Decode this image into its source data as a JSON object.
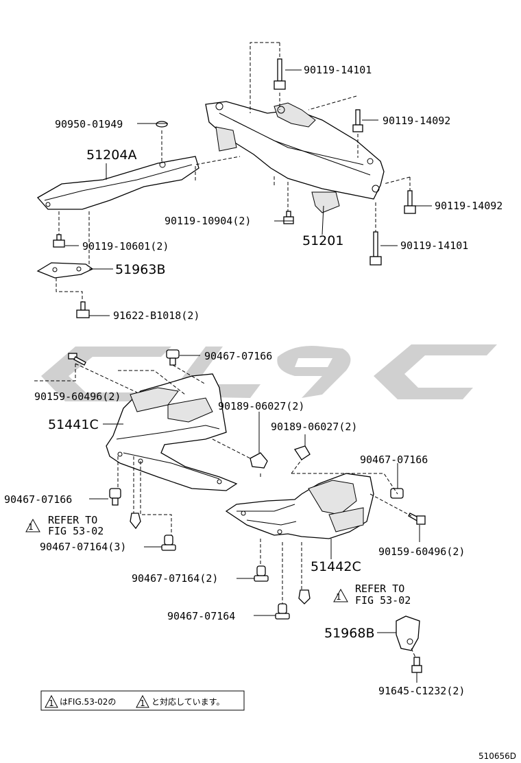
{
  "parts": {
    "p90119_14101_top": "90119-14101",
    "p90950_01949": "90950-01949",
    "p90119_14092_a": "90119-14092",
    "p51204A": "51204A",
    "p90119_14092_b": "90119-14092",
    "p90119_10904": "90119-10904(2)",
    "p51201": "51201",
    "p90119_10601": "90119-10601(2)",
    "p90119_14101_bot": "90119-14101",
    "p51963B": "51963B",
    "p91622_B1018": "91622-B1018(2)",
    "p90467_07166_a": "90467-07166",
    "p90159_60496_a": "90159-60496(2)",
    "p90189_06027_a": "90189-06027(2)",
    "p51441C": "51441C",
    "p90189_06027_b": "90189-06027(2)",
    "p90467_07166_b": "90467-07166",
    "p90467_07166_c": "90467-07166",
    "p90467_07164_3": "90467-07164(3)",
    "p90159_60496_b": "90159-60496(2)",
    "p51442C": "51442C",
    "p90467_07164_2": "90467-07164(2)",
    "p90467_07164": "90467-07164",
    "p51968B": "51968B",
    "p91645_C1232": "91645-C1232(2)"
  },
  "refer_left": {
    "line1": "REFER TO",
    "line2": "FIG 53-02",
    "mark": "1"
  },
  "refer_right": {
    "line1": "REFER TO",
    "line2": "FIG 53-02",
    "mark": "1"
  },
  "note": {
    "before": "はFIG.53-02の",
    "after": "と対応しています。",
    "mark": "1"
  },
  "footer_code": "510656D",
  "colors": {
    "watermark": "#c8c8c8",
    "line": "#000000",
    "background": "#ffffff"
  }
}
